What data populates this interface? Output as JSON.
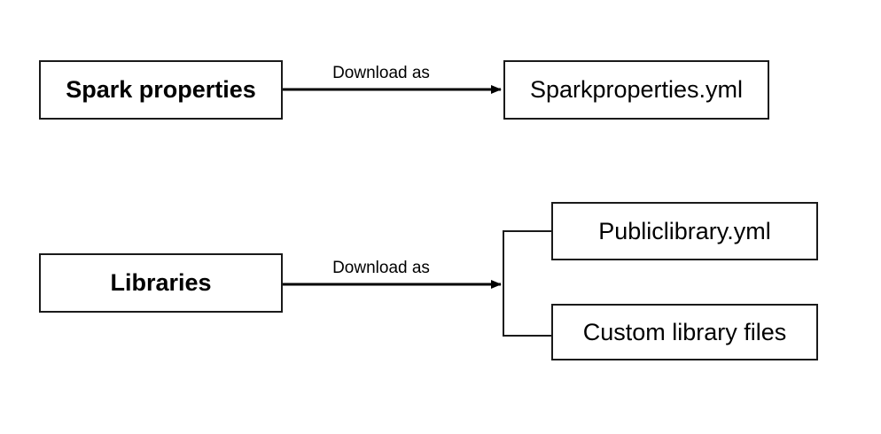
{
  "diagram": {
    "background_color": "#ffffff",
    "line_color": "#000000",
    "box_border_color": "#1a1a1a",
    "nodes": [
      {
        "id": "spark-properties",
        "label": "Spark properties",
        "style": "bold"
      },
      {
        "id": "sparkproperties-yml",
        "label": "Sparkproperties.yml",
        "style": "regular"
      },
      {
        "id": "libraries",
        "label": "Libraries",
        "style": "bold"
      },
      {
        "id": "publiclibrary-yml",
        "label": "Publiclibrary.yml",
        "style": "regular"
      },
      {
        "id": "custom-library-files",
        "label": "Custom library files",
        "style": "regular"
      }
    ],
    "edges": [
      {
        "from": "spark-properties",
        "to": "sparkproperties-yml",
        "label": "Download as"
      },
      {
        "from": "libraries",
        "to": "publiclibrary-yml, custom-library-files",
        "label": "Download as"
      }
    ]
  }
}
